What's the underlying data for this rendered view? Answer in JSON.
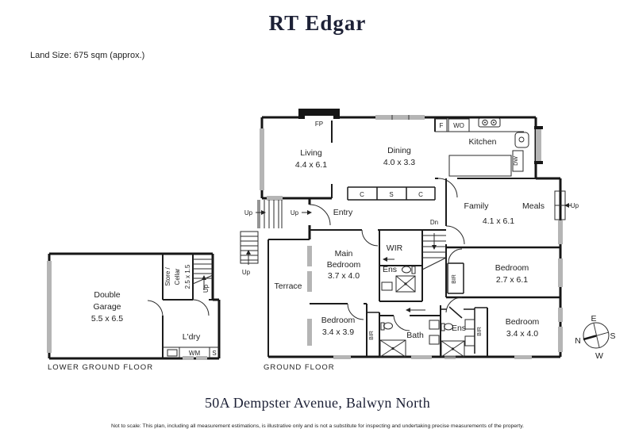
{
  "brand": {
    "logo": "RT Edgar"
  },
  "land_size": "Land Size: 675 sqm (approx.)",
  "address": "50A Dempster Avenue, Balwyn North",
  "disclaimer": "Not to scale: This plan, including all measurement estimations, is illustrative only and is not a substitute for inspecting and undertaking precise measurements of the property.",
  "floor_labels": {
    "lower": "LOWER GROUND FLOOR",
    "ground": "GROUND FLOOR"
  },
  "rooms": {
    "living": {
      "name": "Living",
      "dims": "4.4 x 6.1"
    },
    "dining": {
      "name": "Dining",
      "dims": "4.0 x 3.3"
    },
    "kitchen": {
      "name": "Kitchen"
    },
    "family": {
      "name": "Family"
    },
    "meals": {
      "name": "Meals"
    },
    "family_meals_dims": "4.1 x 6.1",
    "entry": {
      "name": "Entry"
    },
    "main_bedroom": {
      "name_line1": "Main",
      "name_line2": "Bedroom",
      "dims": "3.7 x 4.0"
    },
    "wir": {
      "name": "WIR"
    },
    "ens_main": {
      "name": "Ens"
    },
    "terrace": {
      "name": "Terrace"
    },
    "bedroom_2": {
      "name": "Bedroom",
      "dims": "2.7 x 6.1"
    },
    "bedroom_3": {
      "name": "Bedroom",
      "dims": "3.4 x 3.9"
    },
    "bedroom_4": {
      "name": "Bedroom",
      "dims": "3.4 x 4.0"
    },
    "bath": {
      "name": "Bath"
    },
    "ens_2": {
      "name": "Ens"
    },
    "double_garage": {
      "name_line1": "Double",
      "name_line2": "Garage",
      "dims": "5.5 x 6.5"
    },
    "store_cellar": {
      "name_line1": "Store /",
      "name_line2": "Cellar",
      "dims": "2.5 x 1.5"
    },
    "laundry": {
      "name": "L'dry"
    }
  },
  "fixtures": {
    "fireplace": "FP",
    "fridge": "F",
    "wall_oven": "WO",
    "dishwasher": "DW",
    "washing_machine": "WM",
    "sink_short": "S",
    "cupboard_c": "C",
    "cupboard_s": "S",
    "bir": "BIR",
    "up": "Up",
    "down": "Dn"
  },
  "compass": {
    "north": "N",
    "east": "E",
    "south": "S",
    "west": "W"
  },
  "colors": {
    "wall": "#161616",
    "window": "#b5b5b5",
    "brand_navy": "#1d2136"
  }
}
